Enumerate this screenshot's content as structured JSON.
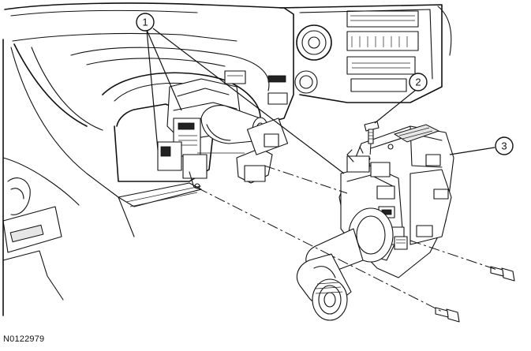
{
  "figure": {
    "id": "N0122979"
  },
  "callouts": [
    {
      "label": "1"
    },
    {
      "label": "2"
    },
    {
      "label": "3"
    }
  ]
}
